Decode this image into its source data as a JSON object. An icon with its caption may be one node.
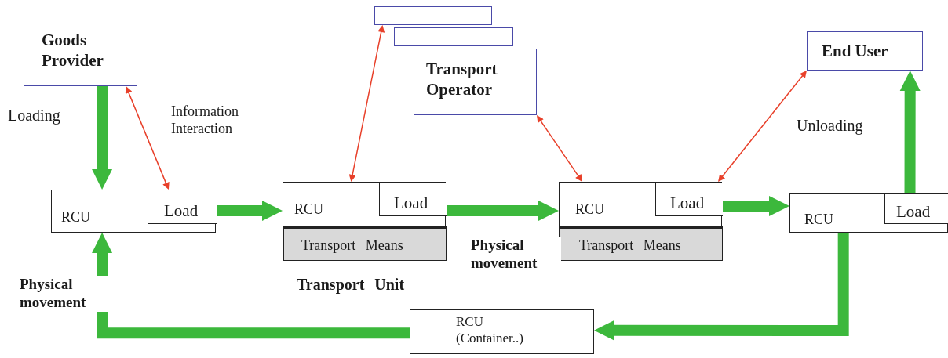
{
  "diagram": {
    "nodes": [
      {
        "text": [
          "Goods Provider"
        ]
      },
      {
        "text": [
          "RCU"
        ]
      },
      {
        "text": [
          "Load"
        ],
        "in": 1
      },
      {
        "text": [
          "RCU"
        ],
        "beside": [
          "Transport Unit"
        ]
      },
      {
        "text": [
          "Load"
        ],
        "in": 3
      },
      {
        "text": [
          "Transport Means"
        ],
        "in": 3
      },
      {
        "text": [],
        "shape": "box"
      },
      {
        "text": [],
        "shape": "box"
      },
      {
        "text": [
          "Transport Operator"
        ]
      },
      {
        "text": [
          "RCU"
        ]
      },
      {
        "text": [
          "Load"
        ],
        "in": 9
      },
      {
        "text": [
          "Transport Means"
        ],
        "in": 9
      },
      {
        "text": [
          "End User"
        ]
      },
      {
        "text": [
          "RCU"
        ]
      },
      {
        "text": [
          "Load"
        ],
        "in": 13
      },
      {
        "text": [
          "RCU (Container..)"
        ]
      }
    ],
    "edges": [
      {
        "from": 0,
        "to": 1,
        "arrow": "to",
        "label": "Loading"
      },
      {
        "from": 0,
        "to": 1,
        "arrow": "both",
        "label": "Information Interaction",
        "color": "#e8402a"
      },
      {
        "from": 1,
        "to": 3,
        "arrow": "to"
      },
      {
        "from": 3,
        "to": 6,
        "arrow": "both",
        "color": "#e8402a"
      },
      {
        "from": 8,
        "to": 9,
        "arrow": "both",
        "color": "#e8402a"
      },
      {
        "from": 3,
        "to": 9,
        "arrow": "to",
        "label": "Physical movement"
      },
      {
        "from": 12,
        "to": 9,
        "arrow": "both",
        "color": "#e8402a"
      },
      {
        "from": 9,
        "to": 13,
        "arrow": "to"
      },
      {
        "from": 13,
        "to": 12,
        "arrow": "to",
        "label": "Unloading"
      },
      {
        "from": 13,
        "to": 15,
        "arrow": "to"
      },
      {
        "from": 15,
        "to": 1,
        "arrow": "to",
        "label": "Physical movement"
      }
    ]
  }
}
